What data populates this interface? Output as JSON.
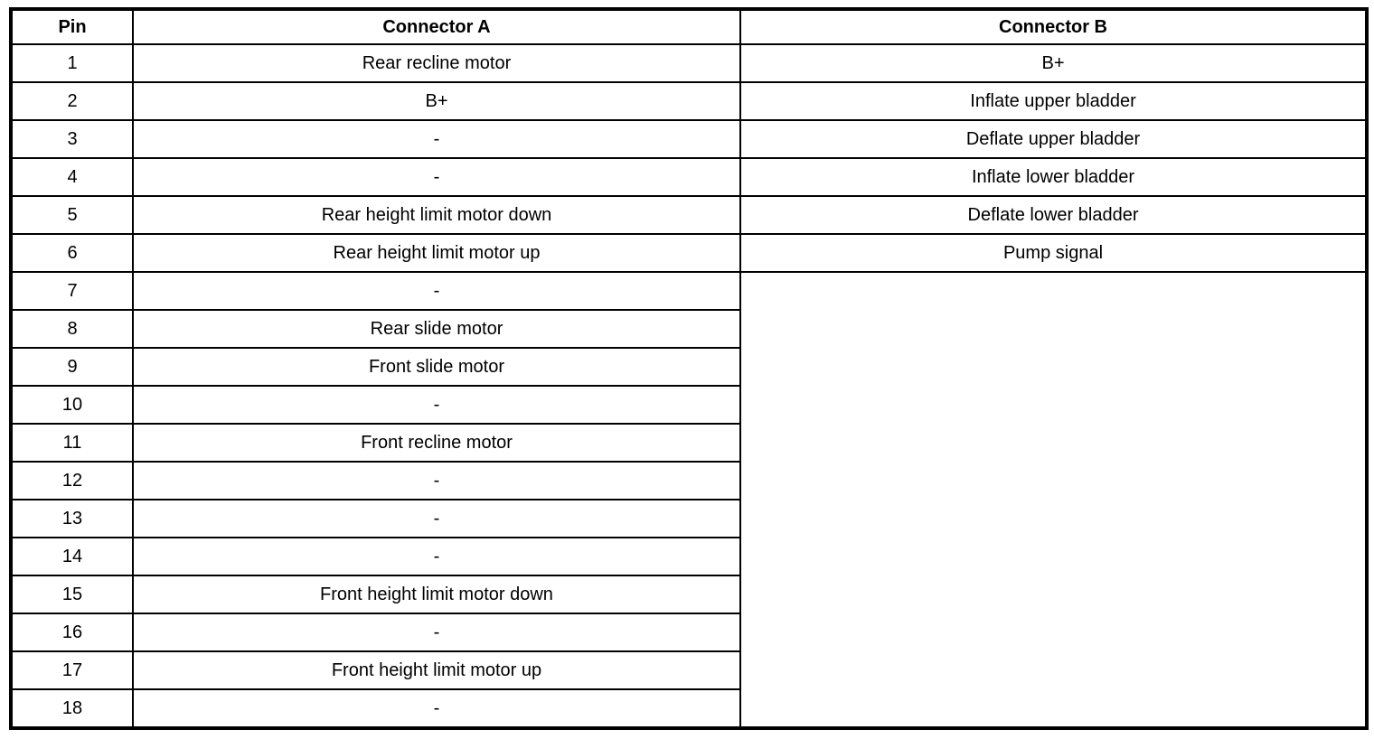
{
  "table": {
    "headers": {
      "pin": "Pin",
      "connector_a": "Connector A",
      "connector_b": "Connector B"
    },
    "rows": [
      {
        "pin": "1",
        "connector_a": "Rear recline motor",
        "connector_b": "B+"
      },
      {
        "pin": "2",
        "connector_a": "B+",
        "connector_b": "Inflate upper bladder"
      },
      {
        "pin": "3",
        "connector_a": "-",
        "connector_b": "Deflate upper bladder"
      },
      {
        "pin": "4",
        "connector_a": "-",
        "connector_b": "Inflate lower bladder"
      },
      {
        "pin": "5",
        "connector_a": "Rear height limit motor down",
        "connector_b": "Deflate lower bladder"
      },
      {
        "pin": "6",
        "connector_a": "Rear height limit motor up",
        "connector_b": "Pump signal"
      },
      {
        "pin": "7",
        "connector_a": "-",
        "connector_b": ""
      },
      {
        "pin": "8",
        "connector_a": "Rear slide motor"
      },
      {
        "pin": "9",
        "connector_a": "Front slide motor"
      },
      {
        "pin": "10",
        "connector_a": "-"
      },
      {
        "pin": "11",
        "connector_a": "Front recline motor"
      },
      {
        "pin": "12",
        "connector_a": "-"
      },
      {
        "pin": "13",
        "connector_a": "-"
      },
      {
        "pin": "14",
        "connector_a": "-"
      },
      {
        "pin": "15",
        "connector_a": "Front height limit motor down"
      },
      {
        "pin": "16",
        "connector_a": "-"
      },
      {
        "pin": "17",
        "connector_a": "Front height limit motor up"
      },
      {
        "pin": "18",
        "connector_a": "-"
      }
    ],
    "colors": {
      "border": "#000000",
      "background": "#ffffff",
      "text": "#000000"
    }
  }
}
